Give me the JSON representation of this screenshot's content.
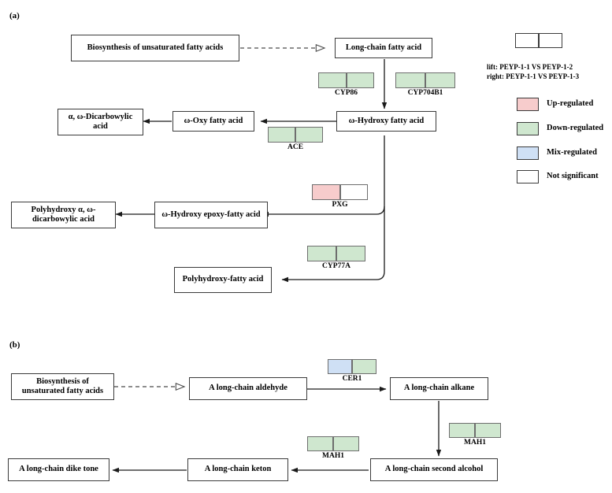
{
  "figure": {
    "panel_a_label": "(a)",
    "panel_b_label": "(b)"
  },
  "colors": {
    "up_regulated": "#f7cccc",
    "down_regulated": "#cfe7cf",
    "mix_regulated": "#cfe0f5",
    "not_significant": "#ffffff",
    "stroke": "#3b3b3b",
    "cell_stroke": "#6e6e6e"
  },
  "legend": {
    "sample_box": {
      "left_cell": "#ffffff",
      "right_cell": "#ffffff"
    },
    "note_line1": "lift: PEYP-1-1 VS PEYP-1-2",
    "note_line2": "right: PEYP-1-1 VS PEYP-1-3",
    "items": [
      {
        "label": "Up-regulated",
        "color": "#f7cccc"
      },
      {
        "label": "Down-regulated",
        "color": "#cfe7cf"
      },
      {
        "label": "Mix-regulated",
        "color": "#cfe0f5"
      },
      {
        "label": "Not significant",
        "color": "#ffffff"
      }
    ]
  },
  "panel_a": {
    "nodes": [
      {
        "id": "biosynthesis",
        "text": "Biosynthesis of unsaturated fatty acids"
      },
      {
        "id": "long-chain-fatty-acid",
        "text": "Long-chain fatty acid"
      },
      {
        "id": "omega-hydroxy-fatty-acid",
        "text": "ω-Hydroxy fatty acid"
      },
      {
        "id": "omega-oxy-fatty-acid",
        "text": "ω-Oxy fatty acid"
      },
      {
        "id": "dicarbowylic-acid",
        "text": "α, ω-Dicarbowylic acid"
      },
      {
        "id": "omega-hydroxy-epoxy-fatty-acid",
        "text": "ω-Hydroxy epoxy-fatty acid"
      },
      {
        "id": "polyhydroxy-dicarbowylic-acid",
        "text": "Polyhydroxy α, ω-dicarbowylic acid"
      },
      {
        "id": "polyhydroxy-fatty-acid",
        "text": "Polyhydroxy-fatty acid"
      }
    ],
    "enzymes": [
      {
        "id": "cyp86",
        "label": "CYP86",
        "left": "#cfe7cf",
        "right": "#cfe7cf"
      },
      {
        "id": "cyp704b1",
        "label": "CYP704B1",
        "left": "#cfe7cf",
        "right": "#cfe7cf"
      },
      {
        "id": "ace",
        "label": "ACE",
        "left": "#cfe7cf",
        "right": "#cfe7cf"
      },
      {
        "id": "pxg",
        "label": "PXG",
        "left": "#f7cccc",
        "right": "#ffffff"
      },
      {
        "id": "cyp77a",
        "label": "CYP77A",
        "left": "#cfe7cf",
        "right": "#cfe7cf"
      }
    ]
  },
  "panel_b": {
    "nodes": [
      {
        "id": "biosynthesis-b",
        "text": "Biosynthesis of unsaturated fatty acids"
      },
      {
        "id": "long-chain-aldehyde",
        "text": "A long-chain aldehyde"
      },
      {
        "id": "long-chain-alkane",
        "text": "A long-chain alkane"
      },
      {
        "id": "long-chain-second-alcohol",
        "text": "A long-chain second alcohol"
      },
      {
        "id": "long-chain-keton",
        "text": "A long-chain keton"
      },
      {
        "id": "long-chain-dike-tone",
        "text": "A long-chain dike tone"
      }
    ],
    "enzymes": [
      {
        "id": "cer1",
        "label": "CER1",
        "left": "#cfe0f5",
        "right": "#cfe7cf"
      },
      {
        "id": "mah1-1",
        "label": "MAH1",
        "left": "#cfe7cf",
        "right": "#cfe7cf"
      },
      {
        "id": "mah1-2",
        "label": "MAH1",
        "left": "#cfe7cf",
        "right": "#cfe7cf"
      }
    ]
  }
}
